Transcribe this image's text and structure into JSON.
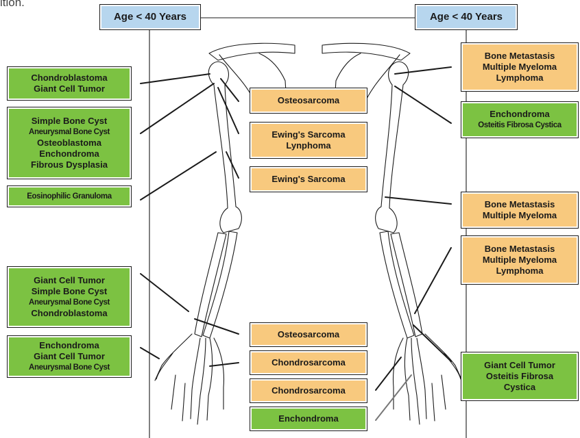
{
  "caption_fragment": "ition.",
  "headers": {
    "left": "Age < 40 Years",
    "right": "Age < 40 Years"
  },
  "colors": {
    "green": "#7cc242",
    "orange": "#f8c97e",
    "header": "#b7d6ee"
  },
  "left_labels": {
    "upper_humerus": [
      "Chondroblastoma",
      "Giant Cell Tumor"
    ],
    "mid_humerus": [
      "Simple Bone Cyst",
      "Aneurysmal Bone Cyst",
      "Osteoblastoma",
      "Enchondroma",
      "Fibrous Dysplasia"
    ],
    "shaft_humerus": [
      "Eosinophilic Granuloma"
    ],
    "distal_radius": [
      "Giant Cell Tumor",
      "Simple Bone Cyst",
      "Aneurysmal Bone Cyst",
      "Chondroblastoma"
    ],
    "hand": [
      "Enchondroma",
      "Giant Cell Tumor",
      "Aneurysmal Bone Cyst"
    ]
  },
  "center_labels": {
    "top1": [
      "Osteosarcoma"
    ],
    "top2": [
      "Ewing's Sarcoma",
      "Lynphoma"
    ],
    "top3": [
      "Ewing's Sarcoma"
    ],
    "bottom1": [
      "Osteosarcoma"
    ],
    "bottom2": [
      "Chondrosarcoma"
    ],
    "bottom3": [
      "Chondrosarcoma"
    ],
    "bottom4": [
      "Enchondroma"
    ]
  },
  "right_labels": {
    "upper_humerus": [
      "Bone Metastasis",
      "Multiple Myeloma",
      "Lymphoma"
    ],
    "proximal_shaft": [
      "Enchondroma",
      "Osteitis Fibrosa Cystica"
    ],
    "distal_humerus": [
      "Bone Metastasis",
      "Multiple Myeloma"
    ],
    "forearm": [
      "Bone Metastasis",
      "Multiple Myeloma",
      "Lymphoma"
    ],
    "wrist": [
      "Giant Cell Tumor",
      "Osteitis Fibrosa",
      "Cystica"
    ]
  }
}
